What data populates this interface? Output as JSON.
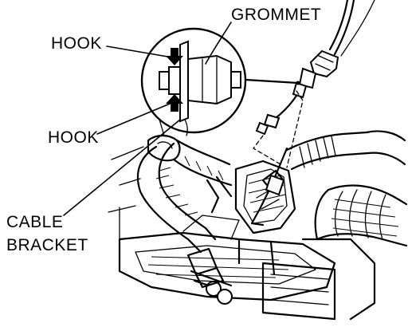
{
  "labels": {
    "grommet": "GROMMET",
    "hook_top": "HOOK",
    "hook_bottom": "HOOK",
    "cable_bracket_line1": "CABLE",
    "cable_bracket_line2": "BRACKET"
  }
}
